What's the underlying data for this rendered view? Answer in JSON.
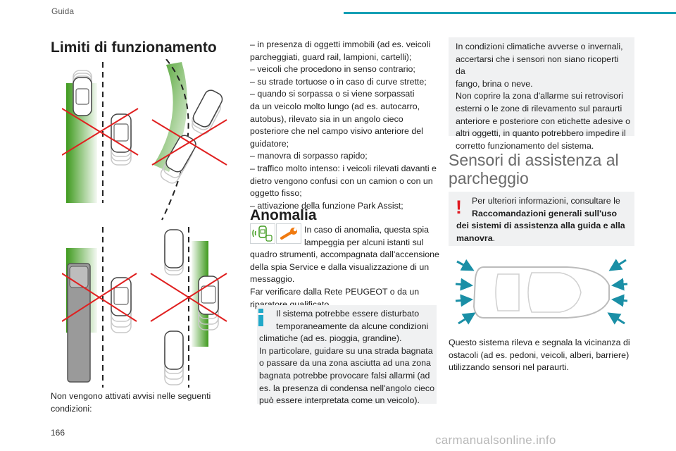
{
  "header": {
    "section": "Guida"
  },
  "footer": {
    "page_number": "166",
    "watermark": "carmanualsonline.info"
  },
  "left_column": {
    "title": "Limiti di funzionamento",
    "caption_lines": [
      "Non vengono attivati avvisi nelle seguenti",
      "condizioni:"
    ]
  },
  "middle_column": {
    "list_lines": [
      "– in presenza di oggetti immobili (ad es. veicoli",
      "parcheggiati, guard rail, lampioni, cartelli);",
      "– veicoli che procedono in senso contrario;",
      "– su strade tortuose o in caso di curve strette;",
      "– quando si sorpassa o si viene sorpassati",
      "da un veicolo molto lungo (ad es. autocarro,",
      "autobus), rilevato sia in un angolo cieco",
      "posteriore che nel campo visivo anteriore del",
      "guidatore;",
      "– manovra di sorpasso rapido;",
      "– traffico molto intenso: i veicoli rilevati davanti e",
      "dietro vengono confusi con un camion o con un",
      "oggetto fisso;",
      "– attivazione della funzione Park Assist;"
    ],
    "anomalia_title": "Anomalia",
    "anomalia_lines": [
      "In caso di anomalia, questa spia",
      "lampeggia per alcuni istanti sul",
      "quadro strumenti, accompagnata dall'accensione",
      "della spia Service e dalla visualizzazione di un",
      "messaggio.",
      "Far verificare dalla Rete PEUGEOT o da un",
      "riparatore qualificato."
    ],
    "info_lines": [
      "Il sistema potrebbe essere disturbato",
      "temporaneamente da alcune condizioni",
      "climatiche (ad es. pioggia, grandine).",
      "In particolare, guidare su una strada bagnata",
      "o passare da una zona asciutta ad una zona",
      "bagnata potrebbe provocare falsi allarmi (ad",
      "es. la presenza di condensa nell'angolo cieco",
      "può essere interpretata come un veicolo)."
    ]
  },
  "right_column": {
    "warning_lines": [
      "In condizioni climatiche avverse o invernali,",
      "accertarsi che i sensori non siano ricoperti da",
      "fango, brina o neve.",
      "Non coprire la zona d'allarme sui retrovisori",
      "esterni o le zone di rilevamento sul paraurti",
      "anteriore e posteriore con etichette adesive o",
      "altri oggetti, in quanto potrebbero impedire il",
      "corretto funzionamento del sistema."
    ],
    "sensor_title": "Sensori di assistenza al parcheggio",
    "alert_line1": "Per ulteriori informazioni, consultare le",
    "alert_bold": "Raccomandazioni generali sull'uso dei sistemi di assistenza alla guida e alla manovra",
    "alert_bold_line1": "Raccomandazioni generali sull'uso",
    "alert_bold_line2": "dei sistemi di assistenza alla guida e alla",
    "alert_bold_line3": "manovra",
    "alert_end": ".",
    "desc_lines": [
      "Questo sistema rileva e segnala la vicinanza di",
      "ostacoli (ad es. pedoni, veicoli, alberi, barriere)",
      "utilizzando sensori nel paraurti."
    ]
  },
  "colors": {
    "accent": "#16a0b5",
    "info_icon": "#20a8c8",
    "alert": "#e0171f",
    "zone_green": "#3f9a1e",
    "cross_red": "#e02020",
    "arrow_teal": "#1a8fa6",
    "box_bg": "#f0f1f2"
  },
  "icons": [
    "blind-spot-warning-icon",
    "service-wrench-icon",
    "info-icon",
    "exclamation-icon",
    "sensor-arrow-icon"
  ]
}
